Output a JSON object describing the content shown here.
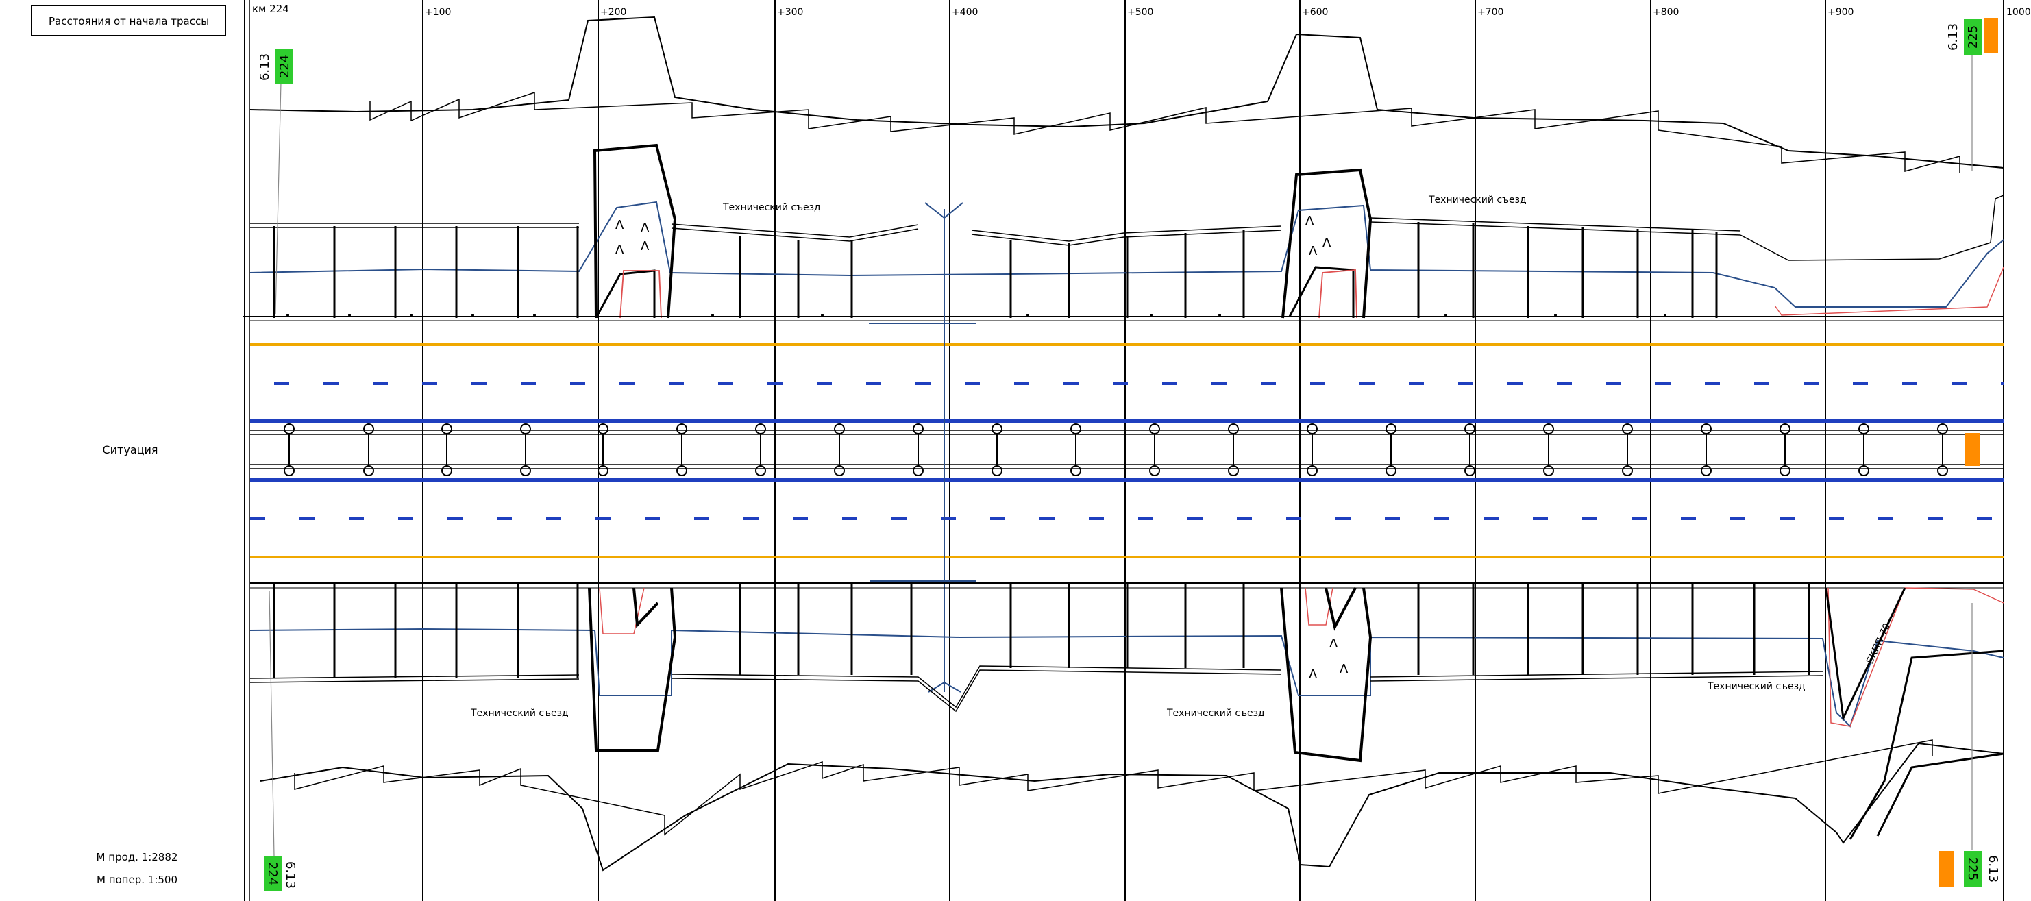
{
  "sidebar": {
    "header_box": "Расстояния от начала трассы",
    "situation_label": "Ситуация",
    "scale_long": "М прод. 1:2882",
    "scale_cross": "М попер. 1:500"
  },
  "chainage": {
    "start": "км 224",
    "ticks": [
      "+100",
      "+200",
      "+300",
      "+400",
      "+500",
      "+600",
      "+700",
      "+800",
      "+900"
    ],
    "end": "1000"
  },
  "km_markers": {
    "sign_code": "6.13",
    "left_top": "224",
    "left_bottom": "224",
    "right_top": "225",
    "right_bottom": "225"
  },
  "annotations": {
    "exit_top_1": "Технический съезд",
    "exit_top_2": "Технический съезд",
    "exit_bottom_1": "Технический съезд",
    "exit_bottom_2": "Технический съезд",
    "exit_bottom_3": "Технический съезд",
    "barrier": "БКПП-70"
  },
  "colors": {
    "km_marker": "#2ecc2e",
    "orange_sign": "#ff8c00",
    "axis_blue": "#1f3fbf",
    "edge_yellow": "#f0a800",
    "ditch_blue": "#2a4f8a",
    "red_outline": "#e05050"
  }
}
